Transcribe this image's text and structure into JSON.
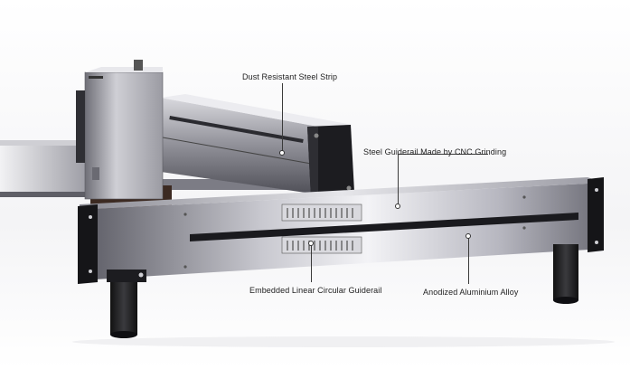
{
  "callouts": {
    "dust_strip": "Dust Resistant Steel Strip",
    "steel_guiderail": "Steel Guiderail Made by CNC Grinding",
    "embedded_guiderail": "Embedded Linear Circular Guiderail",
    "anodized_alloy": "Anodized Aluminium Alloy"
  }
}
